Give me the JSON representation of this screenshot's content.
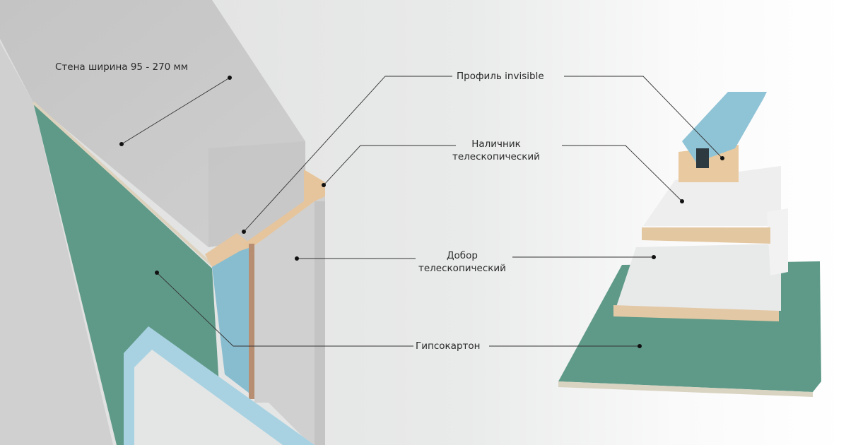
{
  "labels": {
    "wall": "Стена ширина 95 - 270 мм",
    "profile": "Профиль invisible",
    "casing_line1": "Наличник",
    "casing_line2": "телескопический",
    "extension_line1": "Добор",
    "extension_line2": "телескопический",
    "drywall": "Гипсокартон"
  },
  "colors": {
    "drywall": "#5f9a88",
    "profile": "#8fc3d6",
    "wood": "#e8c9a3",
    "wall": "#c8c8c8"
  }
}
